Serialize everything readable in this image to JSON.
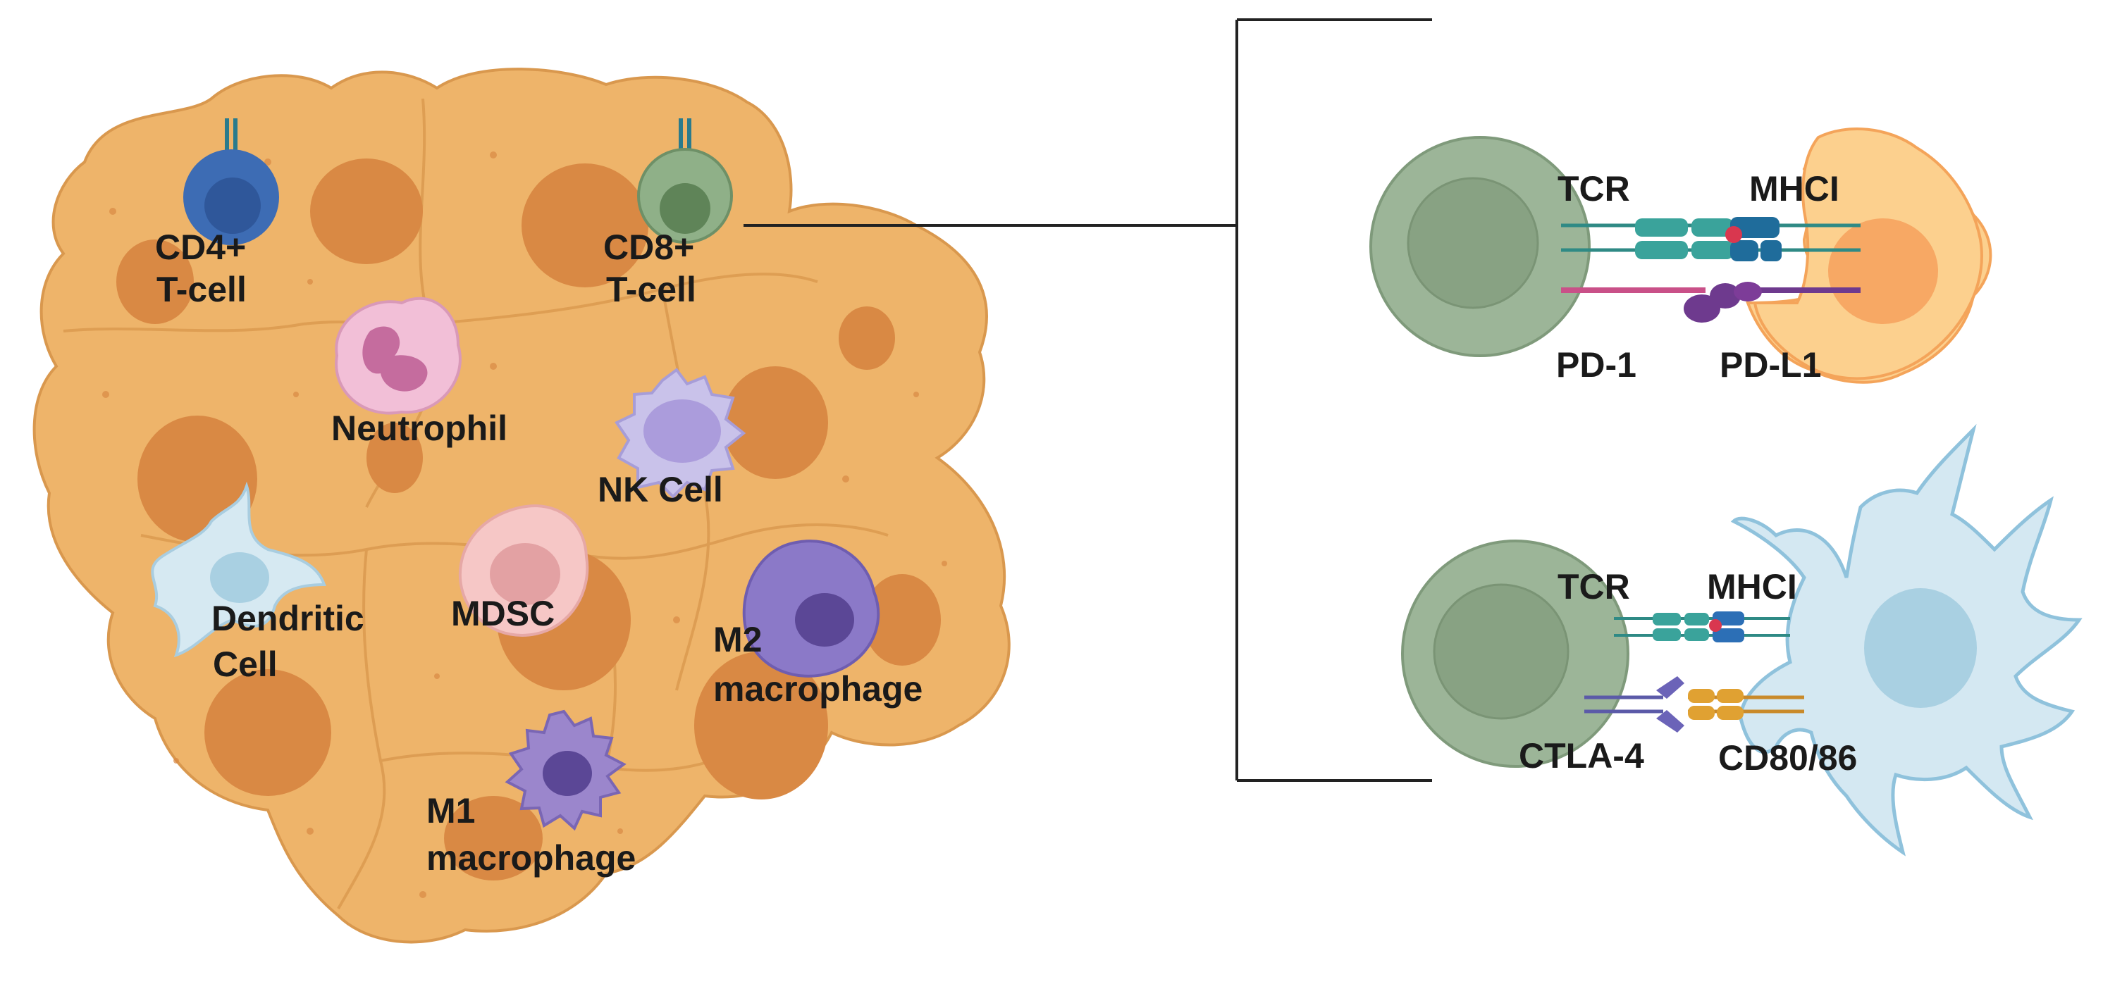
{
  "labels": {
    "cd4": [
      "CD4+",
      "T-cell"
    ],
    "cd8": [
      "CD8+",
      "T-cell"
    ],
    "neutrophil": "Neutrophil",
    "nk": "NK Cell",
    "dendritic": [
      "Dendritic",
      "Cell"
    ],
    "mdsc": "MDSC",
    "m2": [
      "M2",
      "macrophage"
    ],
    "m1": [
      "M1",
      "macrophage"
    ],
    "top_panel": {
      "tcr": "TCR",
      "mhc": "MHCI",
      "pd1": "PD-1",
      "pdl1": "PD-L1"
    },
    "bottom_panel": {
      "tcr": "TCR",
      "mhc": "MHCI",
      "ctla4": "CTLA-4",
      "cd80": "CD80/86"
    }
  },
  "colors": {
    "tumor": "#eeb46a",
    "tumor_edge": "#d9984e",
    "nucleus": "#d98944",
    "cd4_cell": "#3d6cb4",
    "cd8_cell": "#8fb088",
    "t_cell_large": "#9cb598",
    "neutrophil": "#f2bfd7",
    "nk_cell": "#c9c2ea",
    "dendritic": "#d6e9f2",
    "mdsc": "#f6c7c6",
    "macrophage_m2": "#8b79c8",
    "macrophage_m1": "#9b86cc",
    "tumor_cell_small": "#fcd08e",
    "dendritic_large": "#d4e8f2"
  }
}
